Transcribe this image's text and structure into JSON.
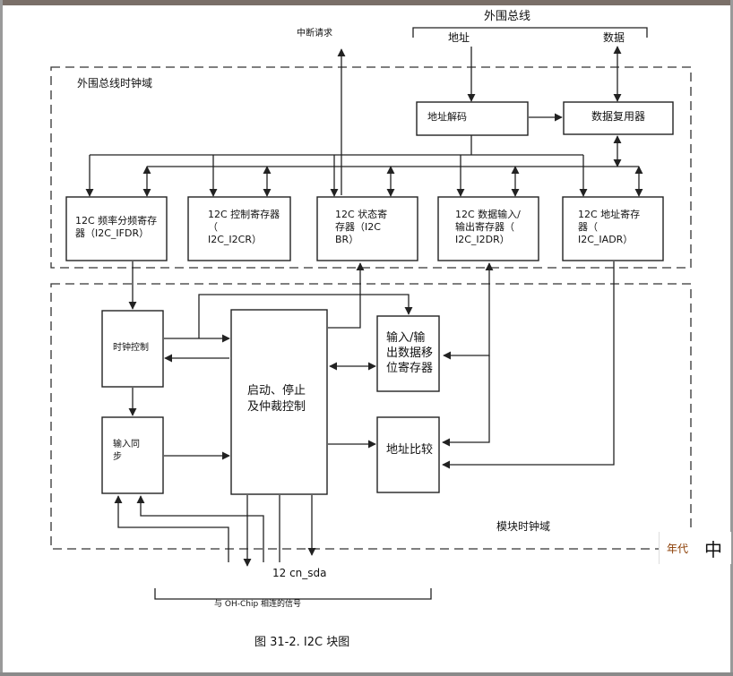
{
  "external": {
    "bus_title": "外围总线",
    "address": "地址",
    "data": "数据",
    "interrupt_request": "中断请求"
  },
  "regions": {
    "bus_clock_domain": "外围总线时钟域",
    "module_clock_domain": "模块时钟域"
  },
  "blocks": {
    "addr_decode": "地址解码",
    "data_mux": "数据复用器",
    "ifdr": "12C 频率分频寄存\n器（I2C_IFDR）",
    "cr": "12C 控制寄存器\n（\nI2C_I2CR）",
    "sr": "12C 状态寄\n存器（I2C\nBR）",
    "dr": "12C 数据输入/\n输出寄存器（\nI2C_I2DR）",
    "adr": "12C 地址寄存\n器（\nI2C_IADR）",
    "clock_ctrl": "时钟控制",
    "input_sync": "输入同\n步",
    "start_stop": "启动、停止\n及仲裁控制",
    "shift_reg": "输入/输\n出数据移\n位寄存器",
    "addr_compare": "地址比较"
  },
  "signals": {
    "sda": "12 cn_sda",
    "offchip": "与 OH-Chip 相连的信号"
  },
  "caption": "图 31-2. I2C 块图",
  "overlay": {
    "label_a": "年代",
    "label_b": "中"
  }
}
